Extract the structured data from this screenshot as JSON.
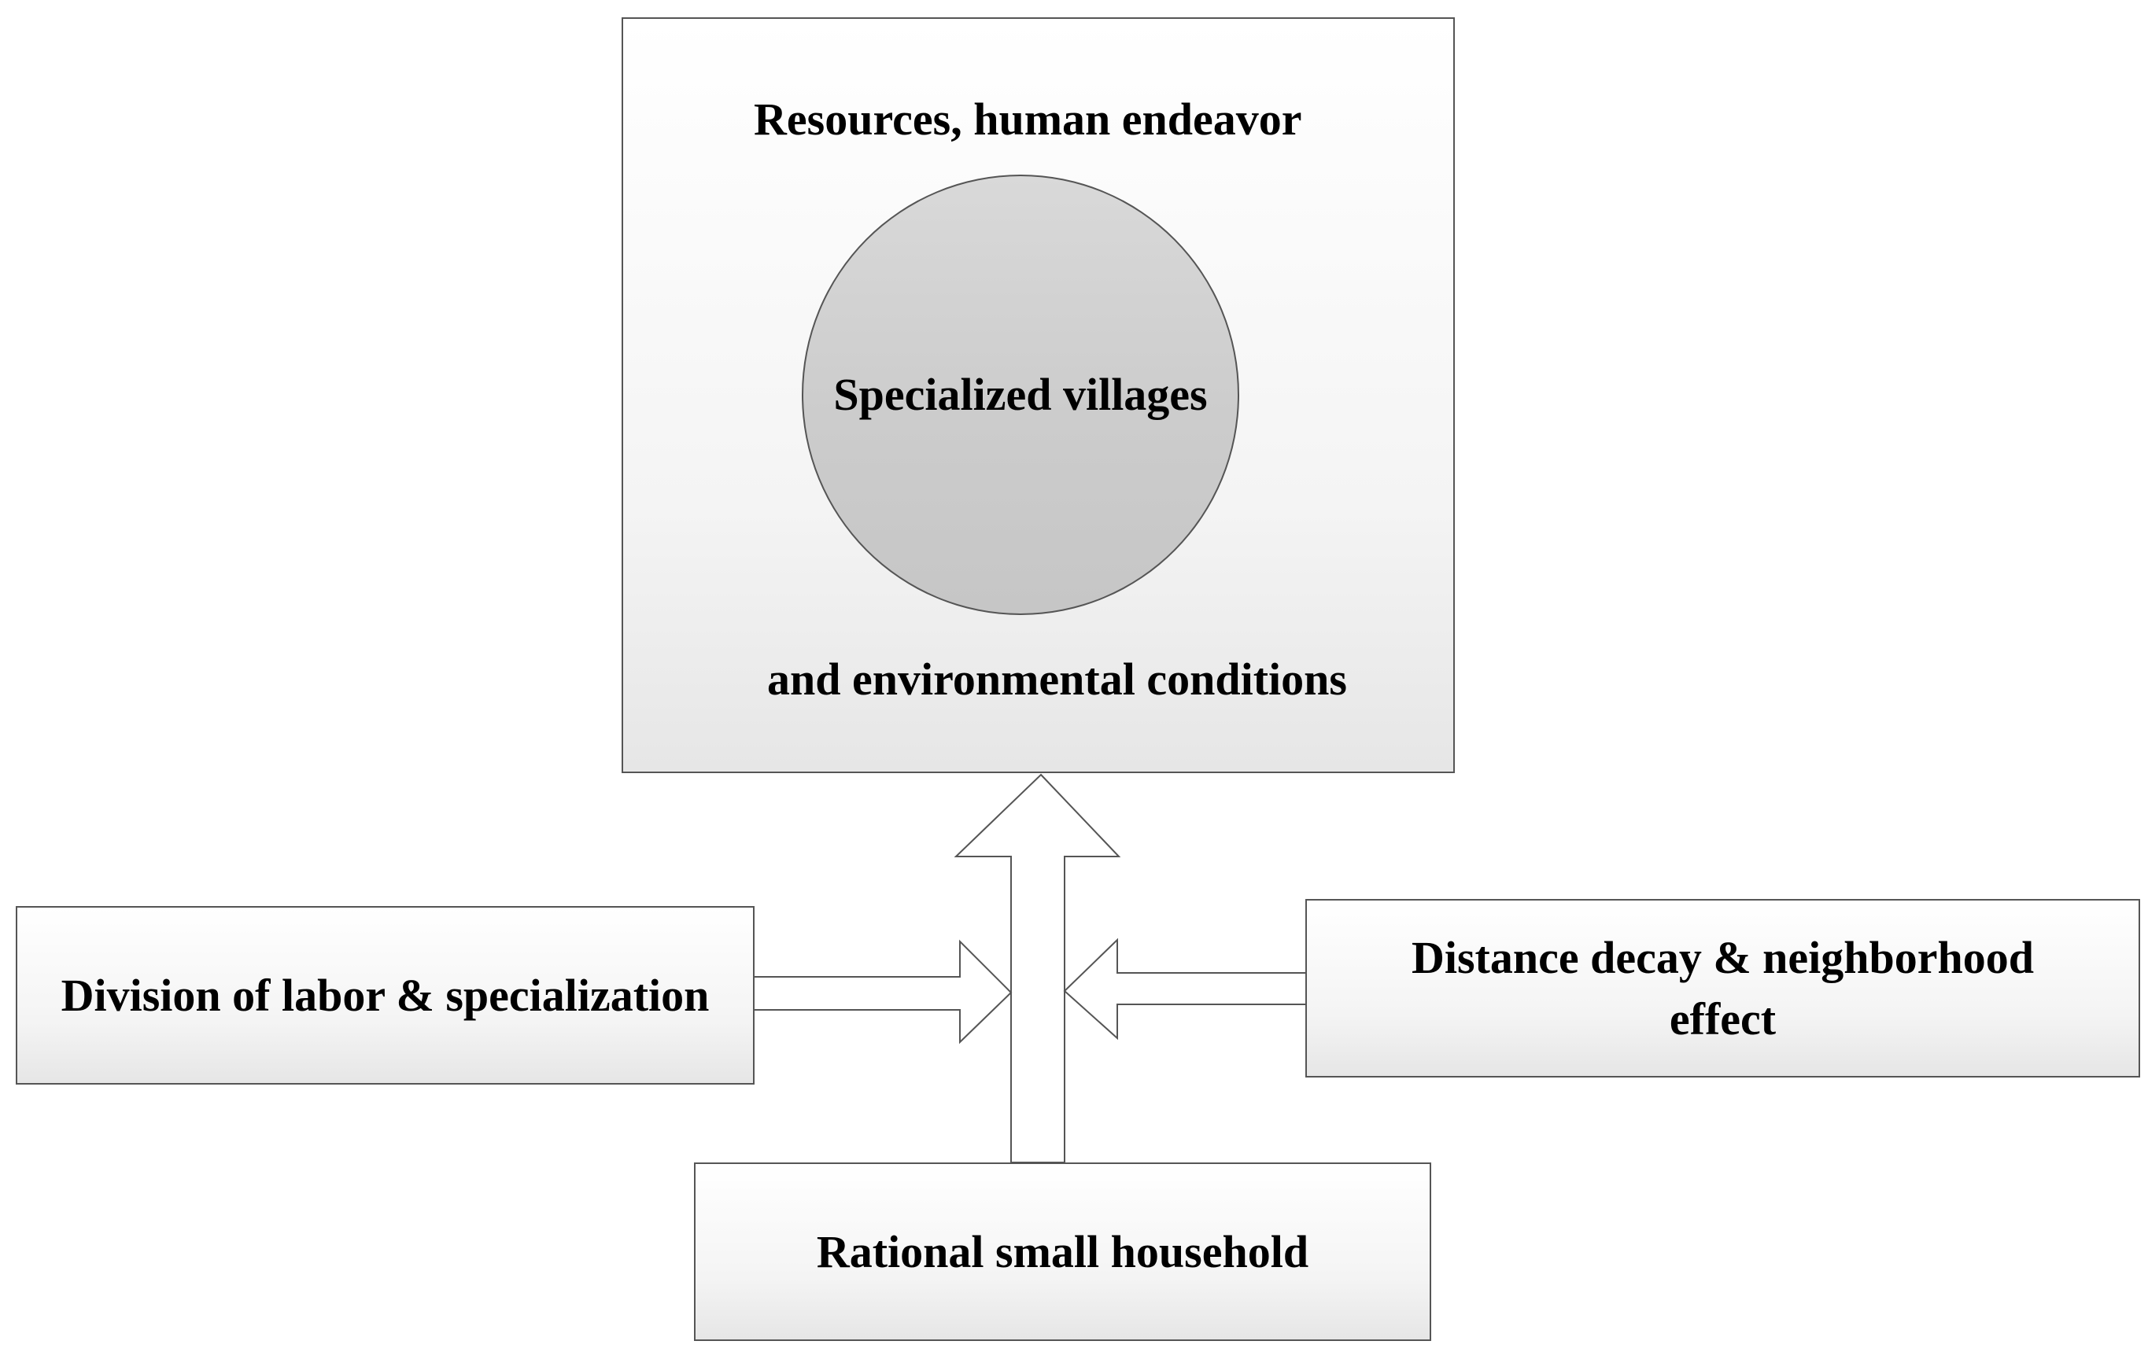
{
  "top_box": {
    "top_label": "Resources, human endeavor",
    "bottom_label": "and environmental conditions",
    "circle_label": "Specialized villages"
  },
  "left_box": {
    "label": "Division of labor & specialization"
  },
  "right_box": {
    "label_line1": "Distance decay & neighborhood",
    "label_line2": "effect"
  },
  "bottom_box": {
    "label": "Rational small household"
  },
  "colors": {
    "stroke": "#555555",
    "box_fill_top": "#ffffff",
    "box_fill_bottom": "#e6e6e6",
    "circle_fill": "#cccccc",
    "arrow_fill": "#ffffff",
    "text": "#000000"
  }
}
